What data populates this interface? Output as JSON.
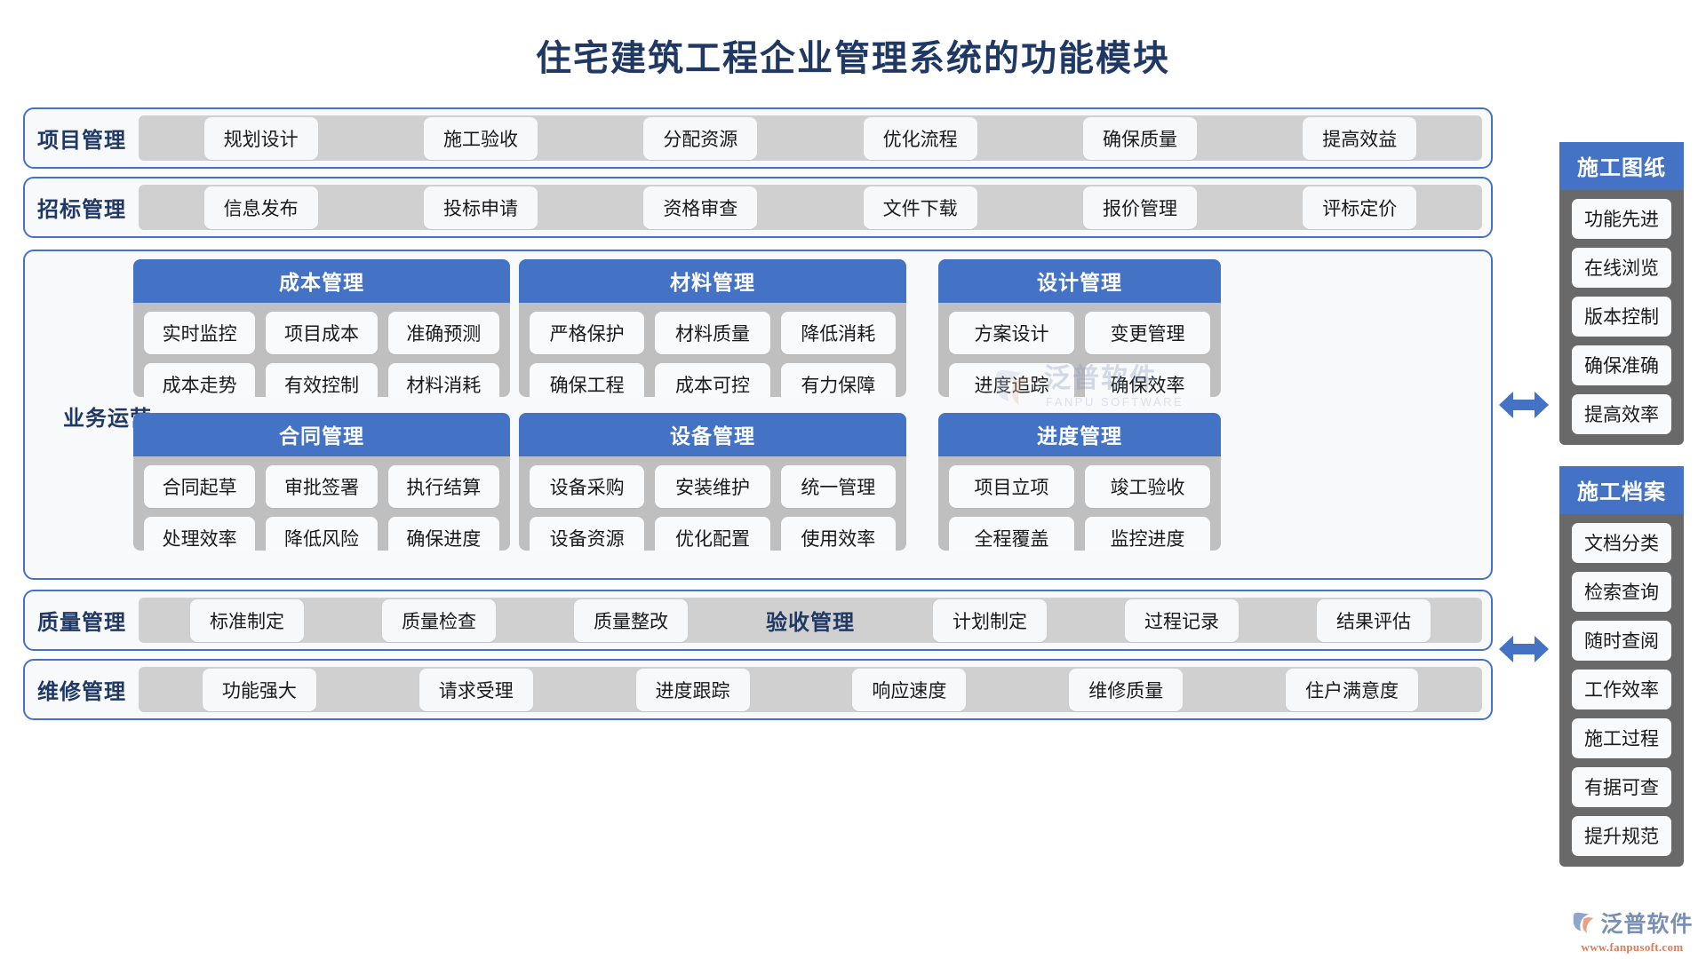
{
  "title": "住宅建筑工程企业管理系统的功能模块",
  "rows": {
    "project": {
      "label": "项目管理",
      "items": [
        "规划设计",
        "施工验收",
        "分配资源",
        "优化流程",
        "确保质量",
        "提高效益"
      ]
    },
    "bidding": {
      "label": "招标管理",
      "items": [
        "信息发布",
        "投标申请",
        "资格审查",
        "文件下载",
        "报价管理",
        "评标定价"
      ]
    },
    "quality": {
      "label": "质量管理",
      "items": [
        "标准制定",
        "质量检查",
        "质量整改"
      ],
      "label2": "验收管理",
      "items2": [
        "计划制定",
        "过程记录",
        "结果评估"
      ]
    },
    "maintenance": {
      "label": "维修管理",
      "items": [
        "功能强大",
        "请求受理",
        "进度跟踪",
        "响应速度",
        "维修质量",
        "住户满意度"
      ]
    }
  },
  "business": {
    "label": "业务运营",
    "panels": [
      {
        "title": "成本管理",
        "rows": [
          [
            "实时监控",
            "项目成本",
            "准确预测"
          ],
          [
            "成本走势",
            "有效控制",
            "材料消耗"
          ]
        ]
      },
      {
        "title": "材料管理",
        "rows": [
          [
            "严格保护",
            "材料质量",
            "降低消耗"
          ],
          [
            "确保工程",
            "成本可控",
            "有力保障"
          ]
        ]
      },
      {
        "title": "设计管理",
        "rows": [
          [
            "方案设计",
            "变更管理"
          ],
          [
            "进度追踪",
            "确保效率"
          ]
        ]
      },
      {
        "title": "合同管理",
        "rows": [
          [
            "合同起草",
            "审批签署",
            "执行结算"
          ],
          [
            "处理效率",
            "降低风险",
            "确保进度"
          ]
        ]
      },
      {
        "title": "设备管理",
        "rows": [
          [
            "设备采购",
            "安装维护",
            "统一管理"
          ],
          [
            "设备资源",
            "优化配置",
            "使用效率"
          ]
        ]
      },
      {
        "title": "进度管理",
        "rows": [
          [
            "项目立项",
            "竣工验收"
          ],
          [
            "全程覆盖",
            "监控进度"
          ]
        ]
      }
    ]
  },
  "side_panels": [
    {
      "title": "施工图纸",
      "items": [
        "功能先进",
        "在线浏览",
        "版本控制",
        "确保准确",
        "提高效率"
      ]
    },
    {
      "title": "施工档案",
      "items": [
        "文档分类",
        "检索查询",
        "随时查阅",
        "工作效率",
        "施工过程",
        "有据可查",
        "提升规范"
      ]
    }
  ],
  "watermark": {
    "text": "泛普软件",
    "sub": "FANPU SOFTWARE"
  },
  "logo": {
    "text": "泛普软件",
    "url": "www.fanpusoft.com"
  },
  "colors": {
    "title": "#203864",
    "accent_blue": "#4472c4",
    "band_gray": "#d0d0d0",
    "panel_gray": "#bfbfbf",
    "side_gray": "#696969",
    "pill_bg": "#f7f8fa"
  }
}
